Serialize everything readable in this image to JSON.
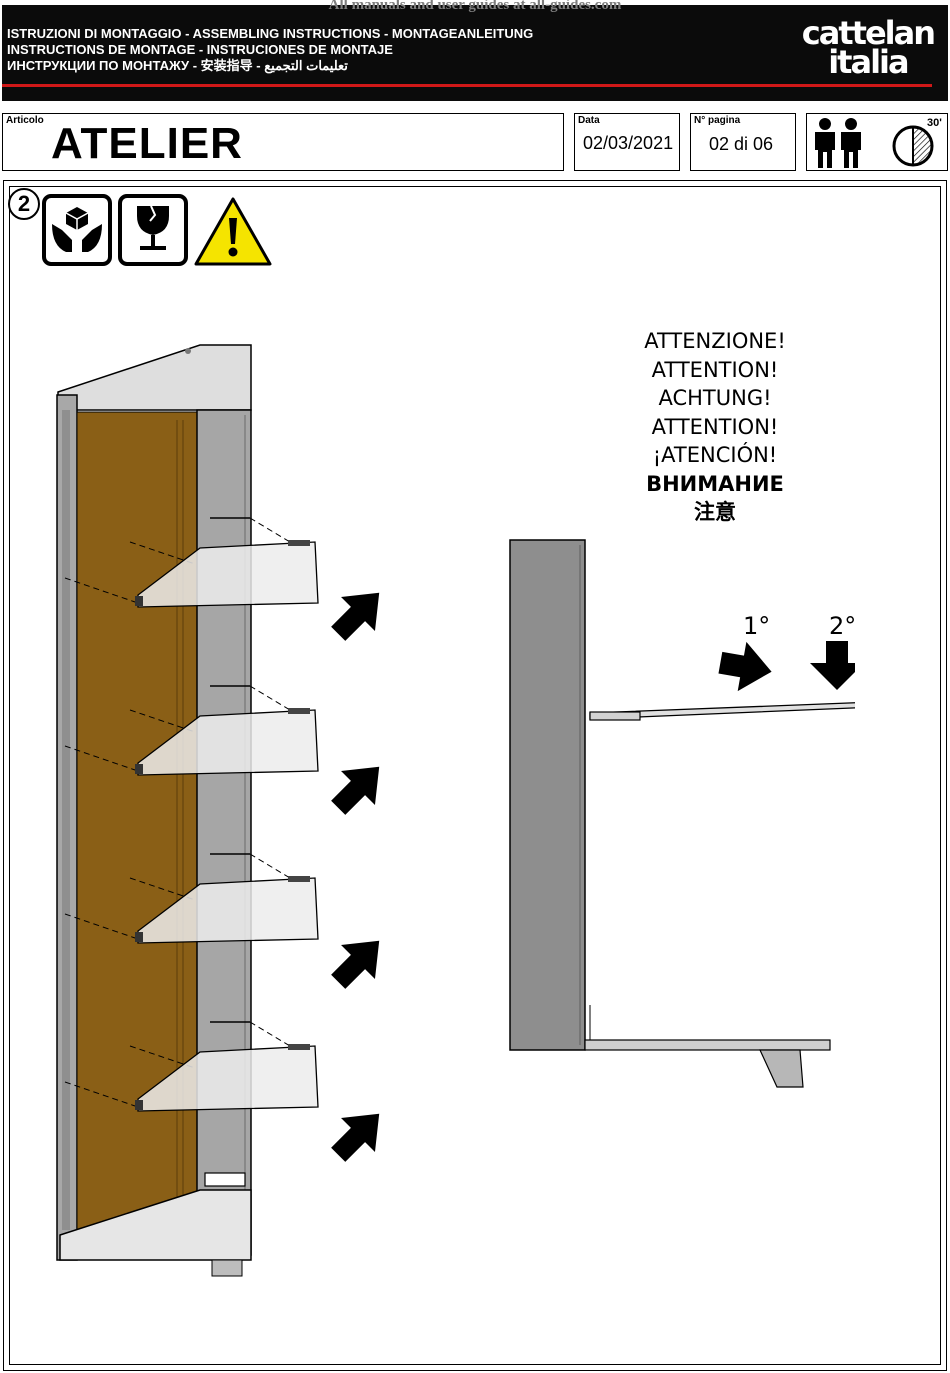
{
  "watermark": "All manuals and user guides at all-guides.com",
  "header": {
    "lines": [
      "ISTRUZIONI DI MONTAGGIO  - ASSEMBLING INSTRUCTIONS - MONTAGEANLEITUNG",
      "INSTRUCTIONS DE MONTAGE - INSTRUCIONES DE MONTAJE",
      "ИНСТРУКЦИИ ПО МОНТАЖУ - 安装指导 - تعليمات التجميع"
    ],
    "brand_line1": "cattelan",
    "brand_line2": "italia"
  },
  "info": {
    "article_label": "Articolo",
    "article_name": "ATELIER",
    "date_label": "Data",
    "date_value": "02/03/2021",
    "page_label": "N° pagina",
    "page_value": "02 di 06",
    "time_value": "30'"
  },
  "step": {
    "number": "2",
    "warning_lines": [
      "ATTENZIONE!",
      "ATTENTION!",
      "ACHTUNG!",
      "ATTENTION!",
      "¡ATENCIÓN!",
      "ВНИМАНИЕ",
      "注意"
    ],
    "order_first": "1°",
    "order_second": "2°"
  },
  "colors": {
    "header_bg": "#0b0b0b",
    "accent_red": "#d01818",
    "warning_yellow": "#f5e400",
    "back_panel": "#8a5f16",
    "side_panel": "#a8a8a8"
  },
  "icons": [
    "handle-with-care-icon",
    "fragile-glass-icon",
    "warning-triangle-icon",
    "two-persons-icon",
    "assembly-time-clock-icon"
  ]
}
